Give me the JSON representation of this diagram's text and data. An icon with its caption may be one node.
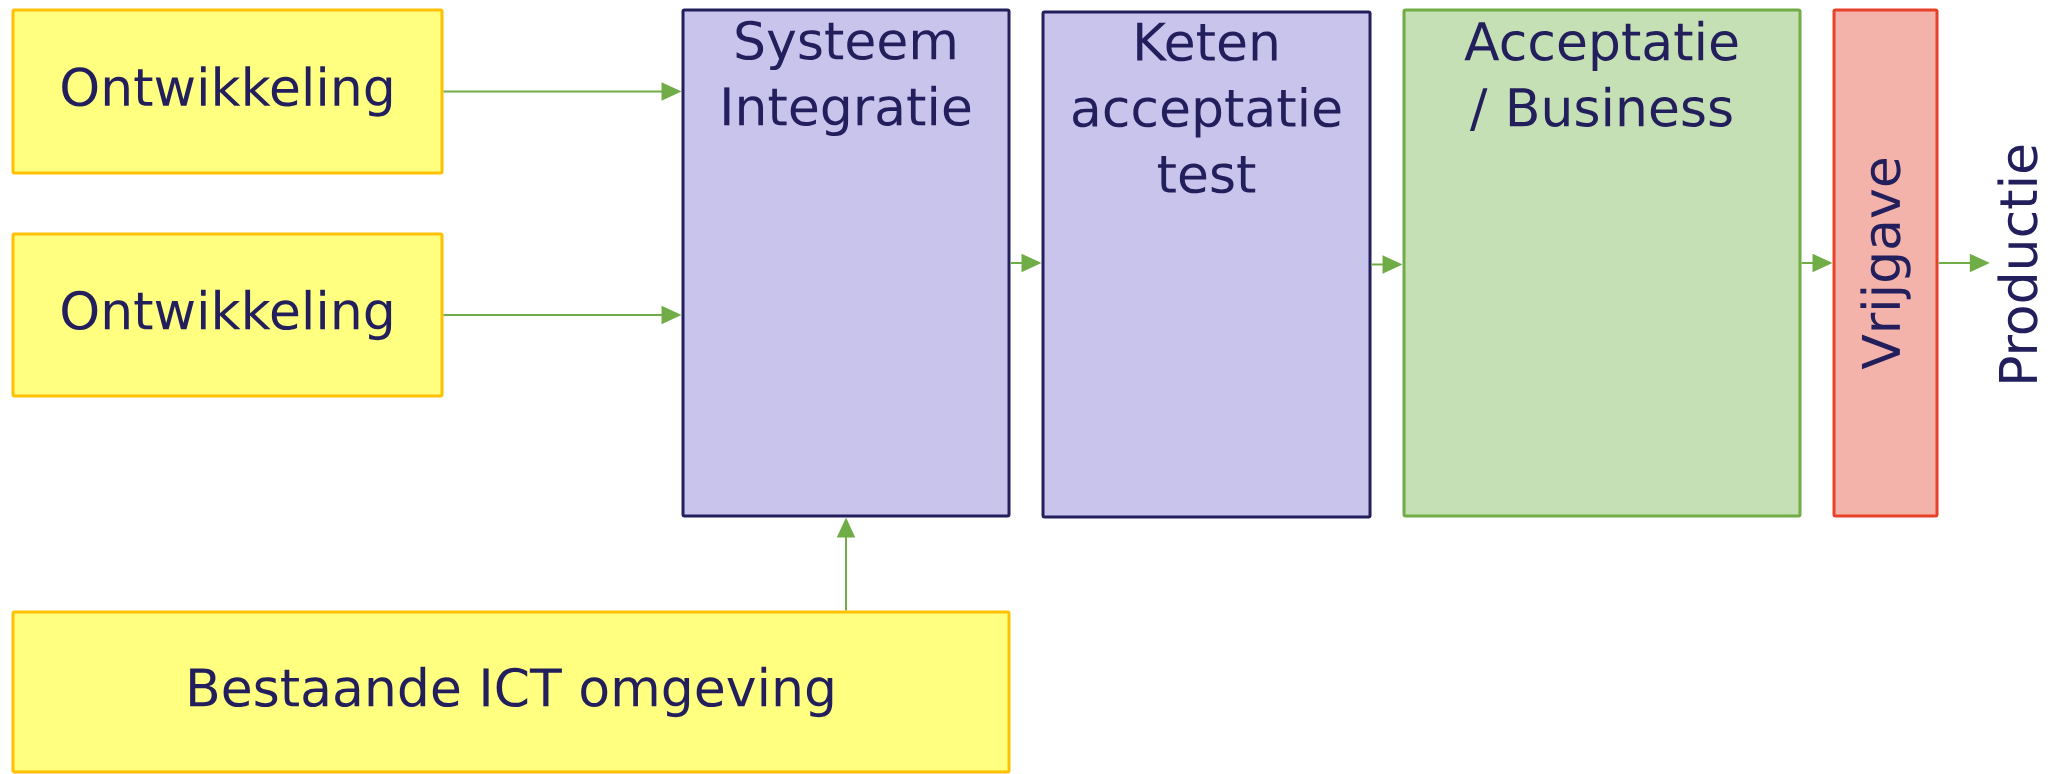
{
  "diagram": {
    "nodes": [
      {
        "text": [
          "Ontwikkeling"
        ]
      },
      {
        "text": [
          "Ontwikkeling"
        ]
      },
      {
        "text": [
          "Systeem Integratie"
        ]
      },
      {
        "text": [
          "Keten acceptatie test"
        ]
      },
      {
        "text": [
          "Acceptatie / Business"
        ]
      },
      {
        "text": [
          "Vrijgave"
        ]
      },
      {
        "text": [
          "Productie"
        ]
      },
      {
        "text": [
          "Bestaande ICT omgeving"
        ]
      }
    ],
    "edges": [
      {
        "from": 0,
        "to": 2,
        "arrow": "to"
      },
      {
        "from": 1,
        "to": 2,
        "arrow": "to"
      },
      {
        "from": 7,
        "to": 2,
        "arrow": "to"
      },
      {
        "from": 2,
        "to": 3,
        "arrow": "to"
      },
      {
        "from": 3,
        "to": 4,
        "arrow": "to"
      },
      {
        "from": 4,
        "to": 5,
        "arrow": "to"
      },
      {
        "from": 5,
        "to": 6,
        "arrow": "to"
      }
    ]
  }
}
